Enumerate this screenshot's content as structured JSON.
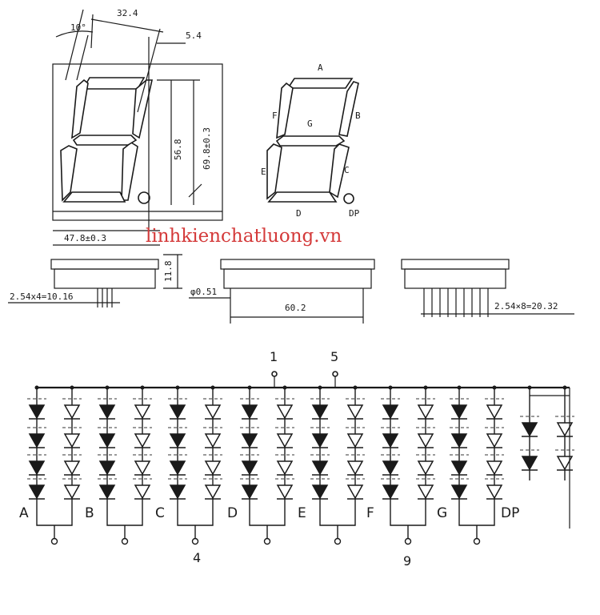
{
  "watermark": "linhkienchatluong.vn",
  "front_view": {
    "dim_top": "32.4",
    "dim_angle": "10°",
    "dim_right_small": "5.4",
    "dim_height_inner": "56.8",
    "dim_height_outer": "69.8±0.3",
    "dim_width": "47.8±0.3"
  },
  "segment_labels": {
    "a": "A",
    "b": "B",
    "c": "C",
    "d": "D",
    "e": "E",
    "f": "F",
    "g": "G",
    "dp": "DP"
  },
  "side_views": {
    "left_pitch": "2.54x4=10.16",
    "left_thickness": "11.8",
    "pin_diameter": "φ0.51",
    "depth": "60.2",
    "right_pitch": "2.54×8=20.32"
  },
  "schematic": {
    "common_pins_top": [
      "1",
      "5"
    ],
    "common_pins_bottom": [
      "4",
      "9"
    ],
    "segment_labels": [
      "A",
      "B",
      "C",
      "D",
      "E",
      "F",
      "G",
      "DP"
    ]
  }
}
